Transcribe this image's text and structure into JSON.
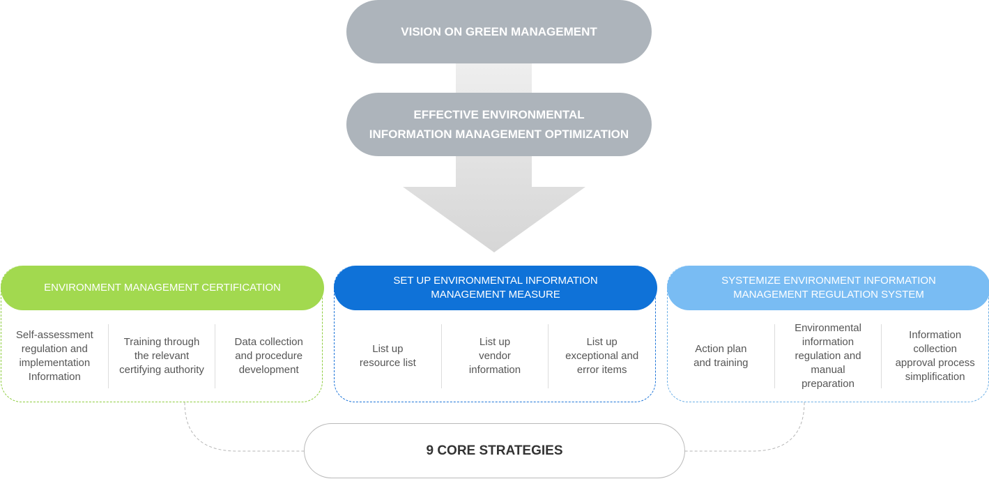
{
  "vision": "VISION ON GREEN MANAGEMENT",
  "effective": [
    "EFFECTIVE ENVIRONMENTAL",
    "INFORMATION MANAGEMENT OPTIMIZATION"
  ],
  "columns": [
    {
      "title": [
        "ENVIRONMENT MANAGEMENT CERTIFICATION"
      ],
      "color": "#a2d94f",
      "items": [
        [
          "Self-assessment",
          "regulation and",
          "implementation",
          "Information"
        ],
        [
          "Training through",
          "the relevant",
          "certifying authority"
        ],
        [
          "Data collection",
          "and procedure",
          "development"
        ]
      ]
    },
    {
      "title": [
        "SET UP ENVIRONMENTAL INFORMATION",
        "MANAGEMENT MEASURE"
      ],
      "color": "#0f72d8",
      "items": [
        [
          "List up",
          "resource list"
        ],
        [
          "List up",
          "vendor",
          "information"
        ],
        [
          "List up",
          "exceptional and",
          "error items"
        ]
      ]
    },
    {
      "title": [
        "SYSTEMIZE ENVIRONMENT INFORMATION",
        "MANAGEMENT REGULATION SYSTEM"
      ],
      "color": "#79bcf3",
      "items": [
        [
          "Action plan",
          "and training"
        ],
        [
          "Environmental",
          "information",
          "regulation and",
          "manual",
          "preparation"
        ],
        [
          "Information",
          "collection",
          "approval process",
          "simplification"
        ]
      ]
    }
  ],
  "core": "9 CORE STRATEGIES"
}
